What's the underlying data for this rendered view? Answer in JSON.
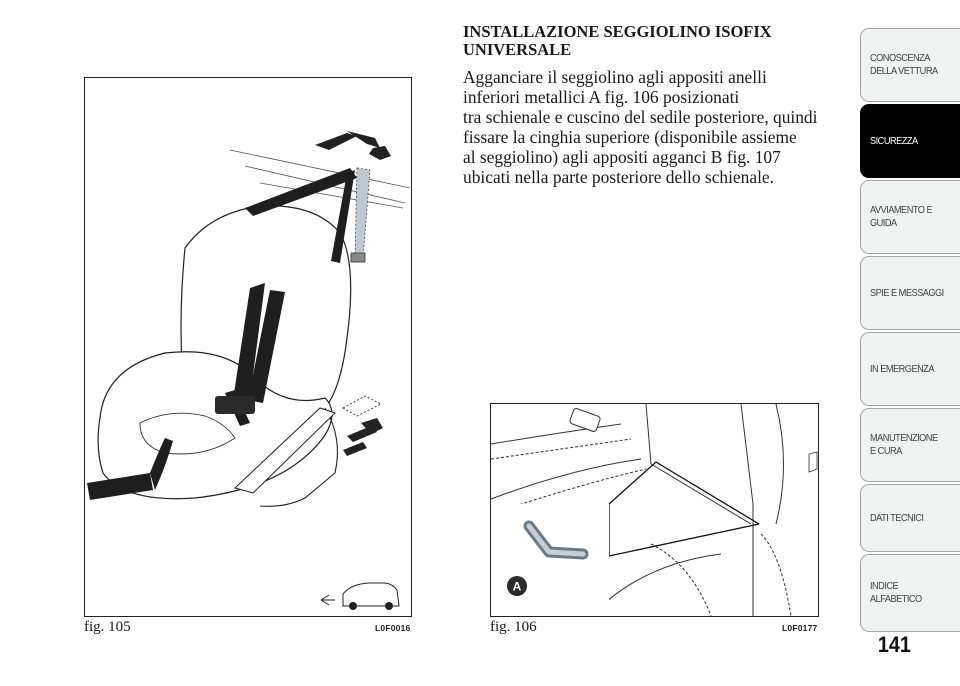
{
  "heading": "INSTALLAZIONE SEGGIOLINO ISOFIX UNIVERSALE",
  "body_text": "Agganciare il seggiolino agli appositi anelli\ninferiori metallici A fig. 106 posizionati\ntra schienale e cuscino del sedile posteriore, quindi\nfissare la cinghia superiore (disponibile assieme\nal seggiolino) agli appositi agganci B fig. 107\nubicati nella parte posteriore dello schienale.",
  "figures": [
    {
      "caption": "fig. 105",
      "code": "L0F0016"
    },
    {
      "caption": "fig. 106",
      "code": "L0F0177",
      "callout": "A"
    }
  ],
  "tabs": [
    {
      "label": "CONOSCENZA DELLA VETTURA",
      "active": false
    },
    {
      "label": "SICUREZZA",
      "active": true
    },
    {
      "label": "AVVIAMENTO E GUIDA",
      "active": false
    },
    {
      "label": "SPIE E MESSAGGI",
      "active": false
    },
    {
      "label": "IN EMERGENZA",
      "active": false
    },
    {
      "label": "MANUTENZIONE E CURA",
      "active": false
    },
    {
      "label": "DATI TECNICI",
      "active": false
    },
    {
      "label": "INDICE ALFABETICO",
      "active": false
    }
  ],
  "page_number": "141",
  "colors": {
    "active_tab": "#000000",
    "inactive_tab": "#f1f2f2",
    "tab_border": "#a6a6a6",
    "callout_circle": "#2a2a2a"
  },
  "icons": {
    "fig105_corner": "car-rear-arrow-icon"
  }
}
